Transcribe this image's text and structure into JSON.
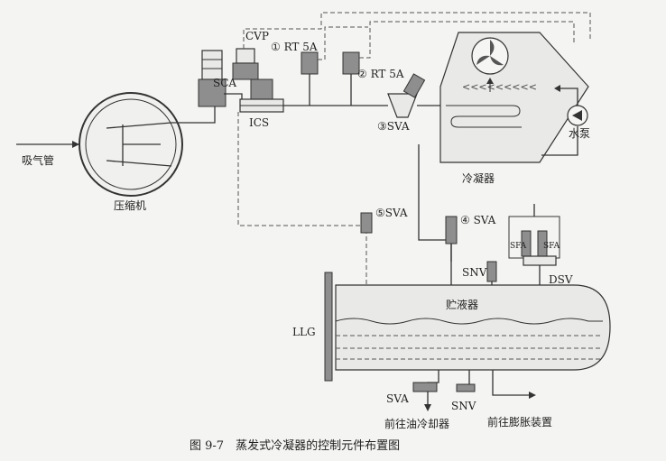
{
  "labels": {
    "suction_pipe": "吸气管",
    "compressor": "压缩机",
    "sca": "SCA",
    "cvp": "CVP",
    "ics": "ICS",
    "rt5a_1": "① RT 5A",
    "rt5a_2": "② RT 5A",
    "sva_3": "③SVA",
    "condenser": "冷凝器",
    "water_pump": "水泵",
    "sva_5": "⑤SVA",
    "sva_4": "④ SVA",
    "sfa_left": "SFA",
    "sfa_right": "SFA",
    "snv_top": "SNV",
    "dsv": "DSV",
    "receiver": "贮液器",
    "llg": "LLG",
    "sva_bottom": "SVA",
    "snv_bottom": "SNV",
    "to_oil_cooler": "前往油冷却器",
    "to_expansion": "前往膨胀装置"
  },
  "caption": "图 9-7　蒸发式冷凝器的控制元件布置图",
  "colors": {
    "line": "#333333",
    "equipment_fill": "#e9e9e7",
    "valve_dark": "#8e8e8e"
  }
}
